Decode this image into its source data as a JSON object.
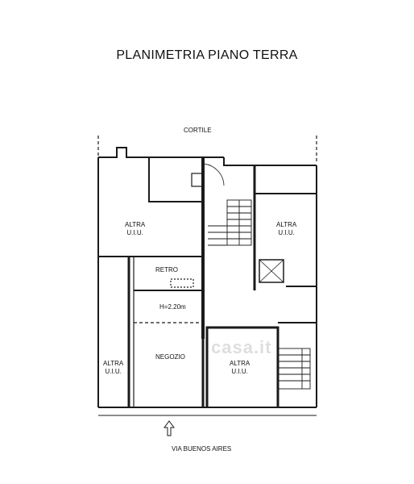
{
  "title": "PLANIMETRIA PIANO TERRA",
  "labels": {
    "courtyard": "CORTILE",
    "street": "VIA BUENOS AIRES",
    "unit_top_left_line1": "ALTRA",
    "unit_top_left_line2": "U.I.U.",
    "unit_top_right_line1": "ALTRA",
    "unit_top_right_line2": "U.I.U.",
    "unit_bottom_left_line1": "ALTRA",
    "unit_bottom_left_line2": "U.I.U.",
    "unit_bottom_center_line1": "ALTRA",
    "unit_bottom_center_line2": "U.I.U.",
    "back_room": "RETRO",
    "height": "H=2.20m",
    "shop": "NEGOZIO"
  },
  "watermark": "casa.it",
  "colors": {
    "wall": "#1a1a1a",
    "background": "#ffffff"
  }
}
